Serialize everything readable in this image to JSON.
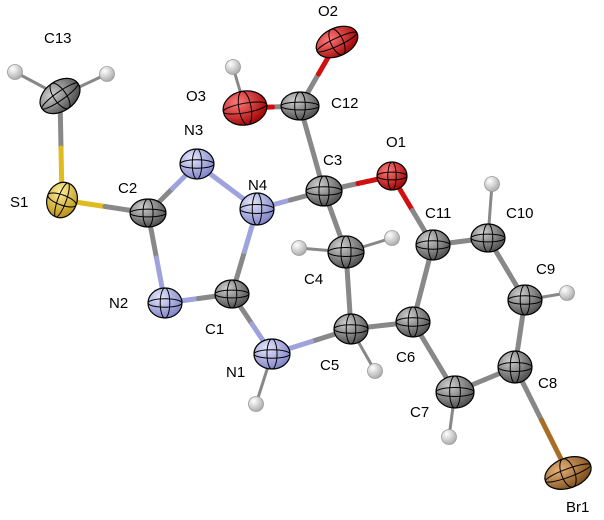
{
  "colors": {
    "carbon": "#6b6b6b",
    "nitrogen": "#9fa3dd",
    "oxygen": "#d01010",
    "sulfur": "#e0bb1e",
    "bromine": "#a86e28",
    "hydrogen": "#c8c8c8",
    "bond": "#888888",
    "axes": "#000000"
  },
  "atoms": [
    {
      "id": "C13",
      "element": "carbon",
      "label": "C13"
    },
    {
      "id": "S1",
      "element": "sulfur",
      "label": "S1"
    },
    {
      "id": "C2",
      "element": "carbon",
      "label": "C2"
    },
    {
      "id": "N3",
      "element": "nitrogen",
      "label": "N3"
    },
    {
      "id": "N4",
      "element": "nitrogen",
      "label": "N4"
    },
    {
      "id": "N2",
      "element": "nitrogen",
      "label": "N2"
    },
    {
      "id": "C1",
      "element": "carbon",
      "label": "C1"
    },
    {
      "id": "N1",
      "element": "nitrogen",
      "label": "N1"
    },
    {
      "id": "C3",
      "element": "carbon",
      "label": "C3"
    },
    {
      "id": "C12",
      "element": "carbon",
      "label": "C12"
    },
    {
      "id": "O2",
      "element": "oxygen",
      "label": "O2"
    },
    {
      "id": "O3",
      "element": "oxygen",
      "label": "O3"
    },
    {
      "id": "O1",
      "element": "oxygen",
      "label": "O1"
    },
    {
      "id": "C4",
      "element": "carbon",
      "label": "C4"
    },
    {
      "id": "C5",
      "element": "carbon",
      "label": "C5"
    },
    {
      "id": "C6",
      "element": "carbon",
      "label": "C6"
    },
    {
      "id": "C11",
      "element": "carbon",
      "label": "C11"
    },
    {
      "id": "C10",
      "element": "carbon",
      "label": "C10"
    },
    {
      "id": "C9",
      "element": "carbon",
      "label": "C9"
    },
    {
      "id": "C8",
      "element": "carbon",
      "label": "C8"
    },
    {
      "id": "C7",
      "element": "carbon",
      "label": "C7"
    },
    {
      "id": "Br1",
      "element": "bromine",
      "label": "Br1"
    }
  ],
  "bonds": [
    [
      "C13",
      "S1"
    ],
    [
      "S1",
      "C2"
    ],
    [
      "C2",
      "N3"
    ],
    [
      "C2",
      "N2"
    ],
    [
      "N3",
      "N4"
    ],
    [
      "N2",
      "C1"
    ],
    [
      "C1",
      "N4"
    ],
    [
      "C1",
      "N1"
    ],
    [
      "N4",
      "C3"
    ],
    [
      "C3",
      "C12"
    ],
    [
      "C12",
      "O2"
    ],
    [
      "C12",
      "O3"
    ],
    [
      "C3",
      "O1"
    ],
    [
      "C3",
      "C4"
    ],
    [
      "O1",
      "C11"
    ],
    [
      "C4",
      "C5"
    ],
    [
      "C5",
      "N1"
    ],
    [
      "C5",
      "C6"
    ],
    [
      "C6",
      "C11"
    ],
    [
      "C11",
      "C10"
    ],
    [
      "C10",
      "C9"
    ],
    [
      "C9",
      "C8"
    ],
    [
      "C8",
      "C7"
    ],
    [
      "C7",
      "C6"
    ],
    [
      "C8",
      "Br1"
    ]
  ]
}
